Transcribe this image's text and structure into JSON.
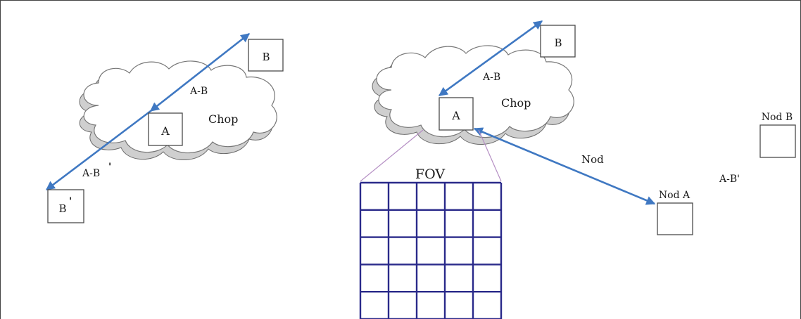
{
  "left_panel": {
    "box_a": "A",
    "box_b": "B",
    "box_b_prime": "B",
    "box_b_prime_mark": "'",
    "label_ab": "A-B",
    "label_ab_prime": "A-B",
    "label_ab_prime_mark": "'",
    "label_chop": "Chop"
  },
  "right_panel": {
    "box_a": "A",
    "box_b": "B",
    "label_ab": "A-B",
    "label_chop": "Chop",
    "label_fov": "FOV",
    "grid": {
      "rows": 5,
      "cols": 5
    },
    "label_nod": "Nod",
    "label_nod_a": "Nod A",
    "label_nod_b": "Nod B",
    "label_ab_prime": "A-B'"
  },
  "colors": {
    "arrow": "#3f78c2",
    "grid": "#2a2a8a",
    "fov_lines": "#b58fc4",
    "cloud_shadow": "#cfcfcf"
  }
}
